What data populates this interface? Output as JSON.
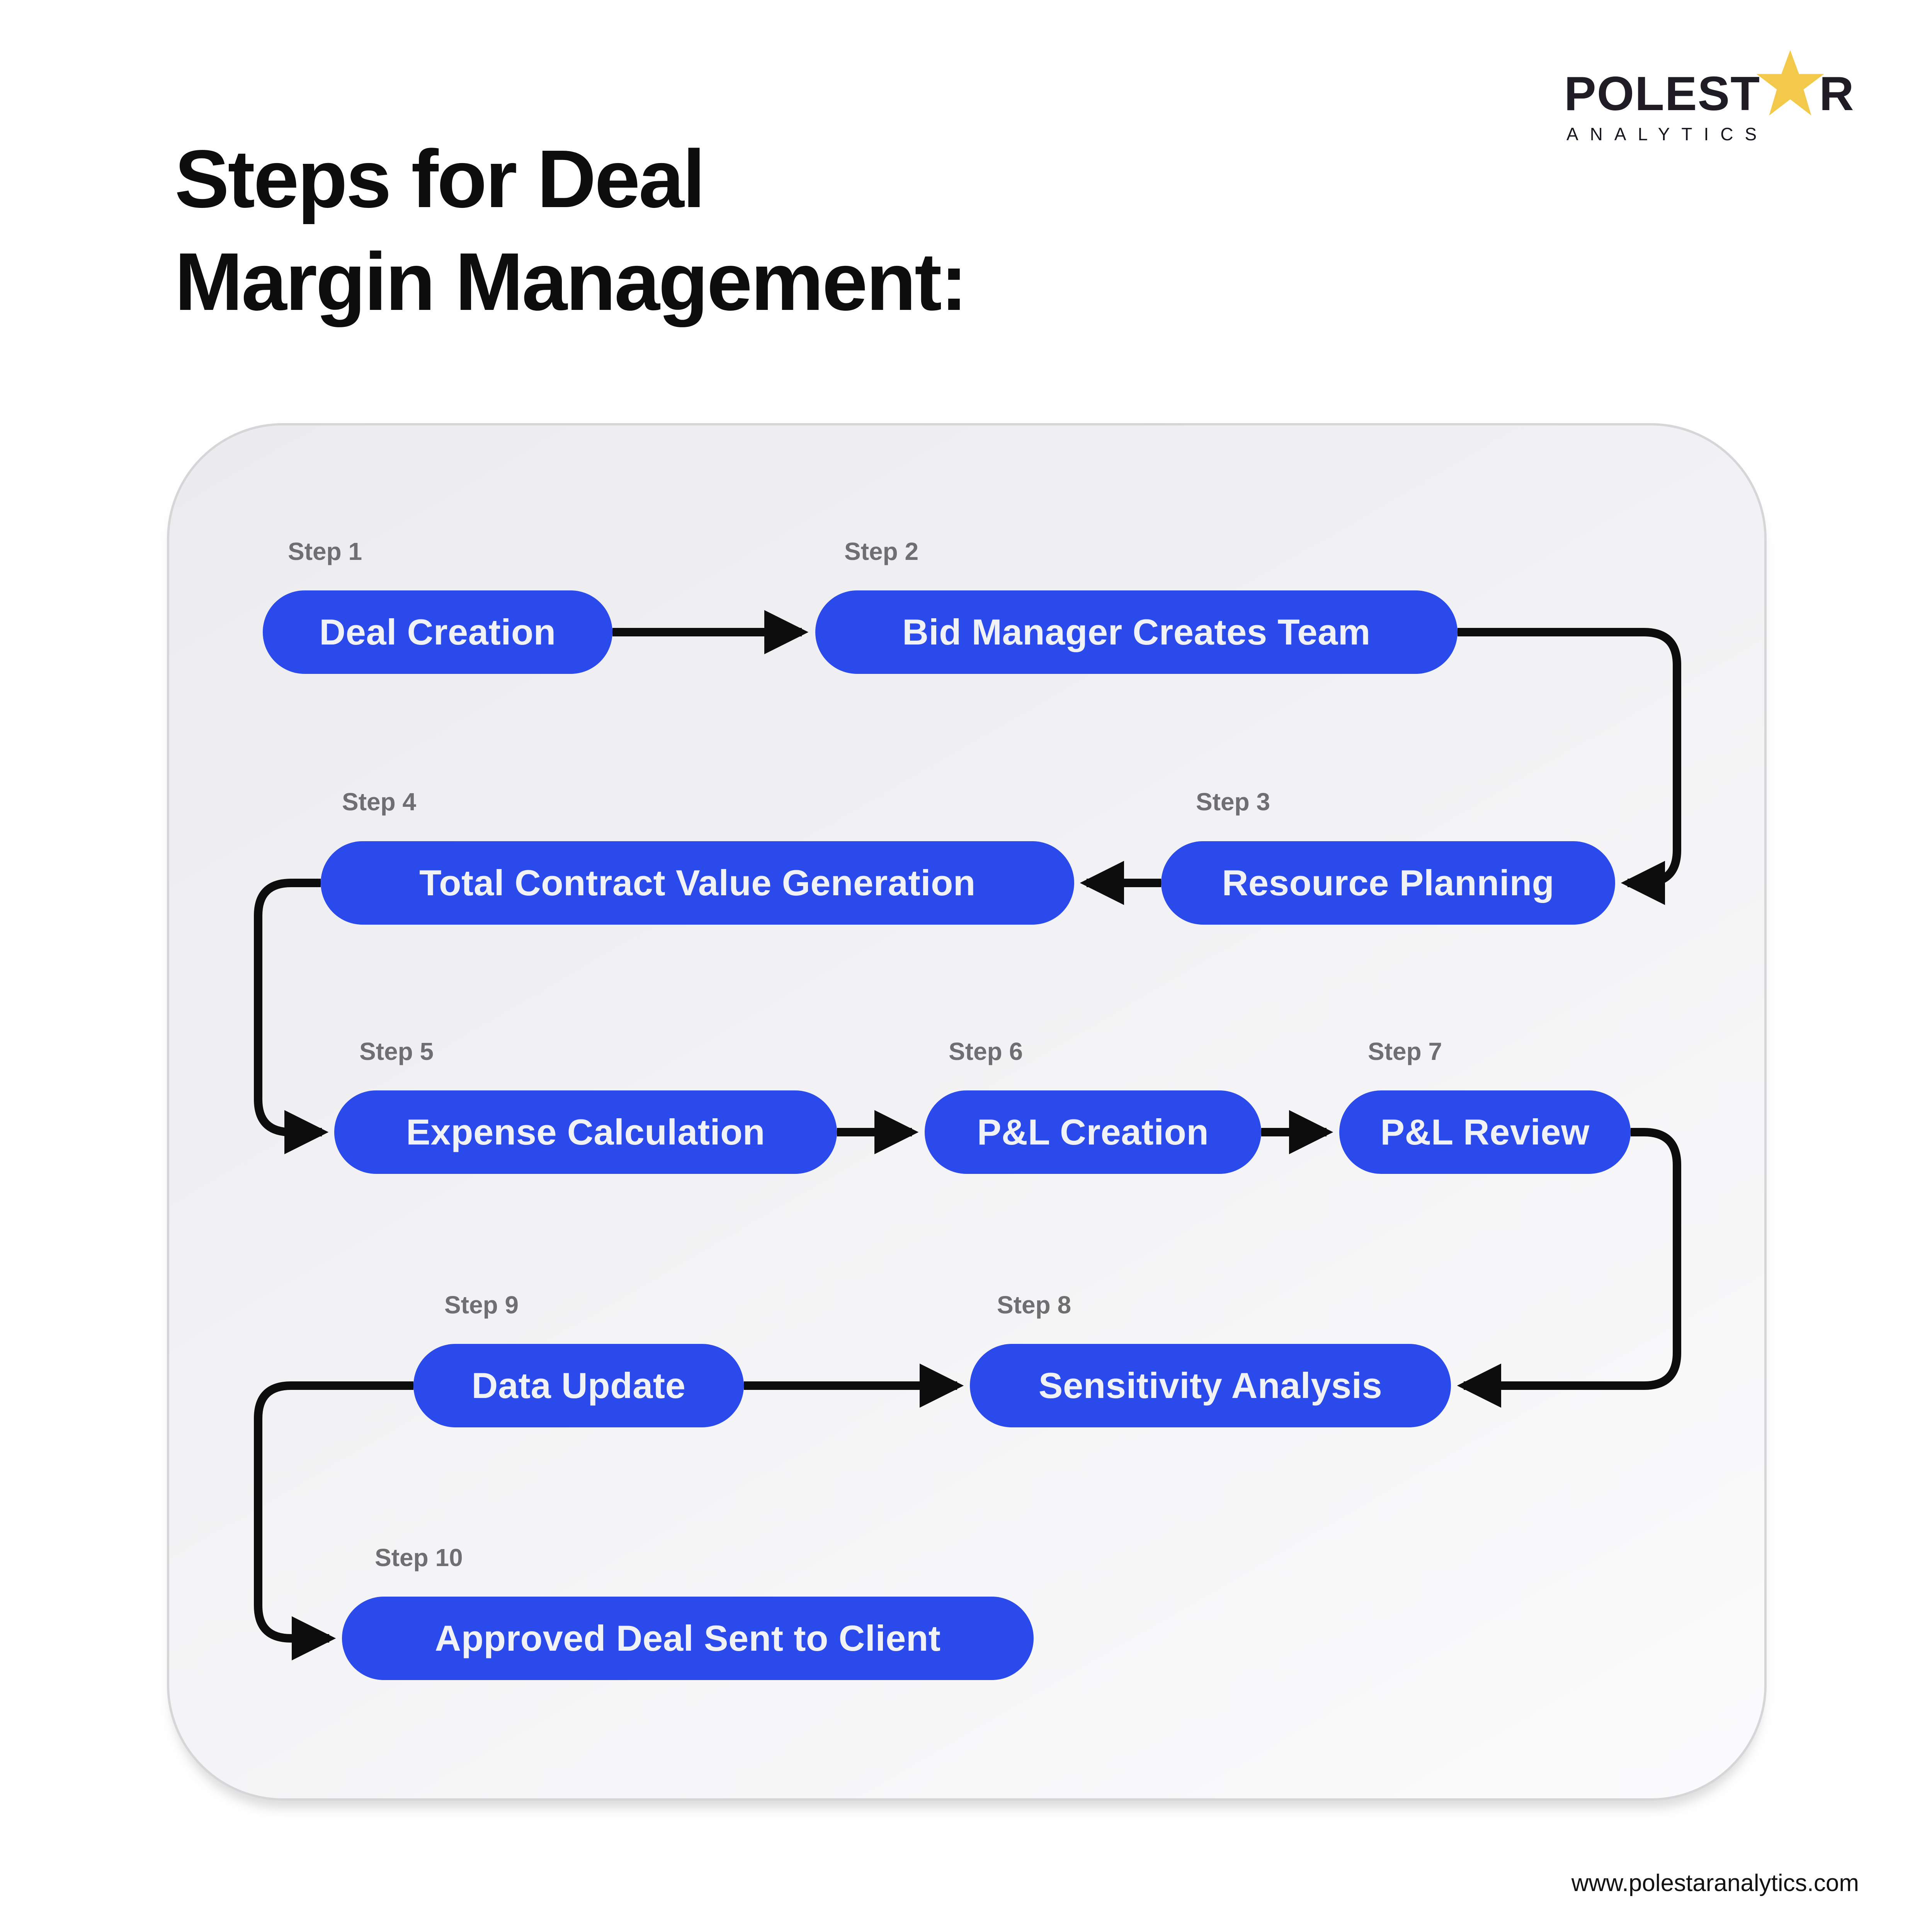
{
  "title": {
    "line1": "Steps for Deal",
    "line2": "Margin Management:"
  },
  "logo": {
    "word_left": "POLEST",
    "word_right": "R",
    "subtext": "ANALYTICS",
    "star_color": "#f3c94b",
    "text_color": "#1f1c26"
  },
  "footer": {
    "url": "www.polestaranalytics.com"
  },
  "flow": {
    "box_color": "#2b4aec",
    "box_text_color": "#f0f2f6",
    "label_color": "#6f6f72",
    "connector_color": "#0d0d0d",
    "steps": [
      {
        "label": "Step 1",
        "text": "Deal Creation"
      },
      {
        "label": "Step 2",
        "text": "Bid Manager Creates Team"
      },
      {
        "label": "Step 3",
        "text": "Resource Planning"
      },
      {
        "label": "Step 4",
        "text": "Total Contract Value Generation"
      },
      {
        "label": "Step 5",
        "text": "Expense Calculation"
      },
      {
        "label": "Step 6",
        "text": "P&L Creation"
      },
      {
        "label": "Step 7",
        "text": "P&L Review"
      },
      {
        "label": "Step 8",
        "text": "Sensitivity Analysis"
      },
      {
        "label": "Step 9",
        "text": "Data Update"
      },
      {
        "label": "Step 10",
        "text": "Approved Deal Sent to Client"
      }
    ]
  }
}
